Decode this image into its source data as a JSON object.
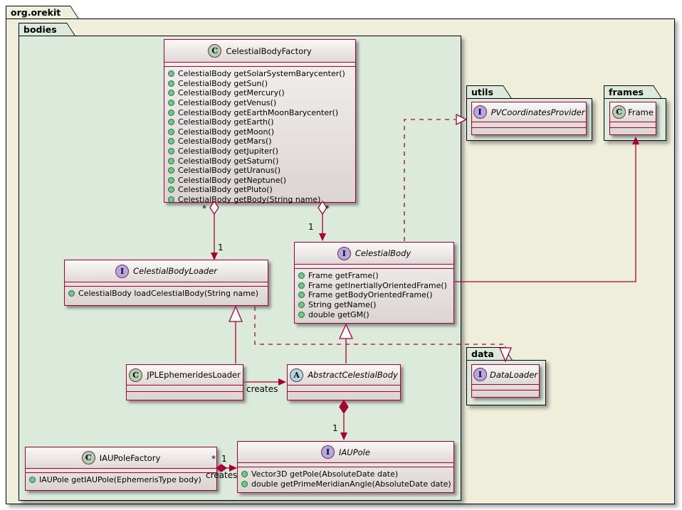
{
  "colors": {
    "accent": "#A80036",
    "package_outer_fill": "#EEEEDB",
    "package_inner_fill": "#DCEADC",
    "class_icon_fill": "#ADD1B2",
    "interface_icon_fill": "#B4A7E5",
    "abstract_icon_fill": "#A9DCDF",
    "method_dot_fill": "#84BE84",
    "method_dot_border": "#038048"
  },
  "stereotypes": {
    "class_letter": "C",
    "interface_letter": "I",
    "abstract_letter": "A"
  },
  "packages": {
    "root": {
      "name": "org.orekit"
    },
    "bodies": {
      "name": "bodies"
    },
    "utils": {
      "name": "utils"
    },
    "frames": {
      "name": "frames"
    },
    "data": {
      "name": "data"
    }
  },
  "classes": {
    "celestialBodyFactory": {
      "name": "CelestialBodyFactory",
      "methods": [
        "CelestialBody getSolarSystemBarycenter()",
        "CelestialBody getSun()",
        "CelestialBody getMercury()",
        "CelestialBody getVenus()",
        "CelestialBody getEarthMoonBarycenter()",
        "CelestialBody getEarth()",
        "CelestialBody getMoon()",
        "CelestialBody getMars()",
        "CelestialBody getJupiter()",
        "CelestialBody getSaturn()",
        "CelestialBody getUranus()",
        "CelestialBody getNeptune()",
        "CelestialBody getPluto()",
        "CelestialBody getBody(String name)"
      ]
    },
    "celestialBodyLoader": {
      "name": "CelestialBodyLoader",
      "methods": [
        "CelestialBody loadCelestialBody(String name)"
      ]
    },
    "celestialBody": {
      "name": "CelestialBody",
      "methods": [
        "Frame getFrame()",
        "Frame getInertiallyOrientedFrame()",
        "Frame getBodyOrientedFrame()",
        "String getName()",
        "double getGM()"
      ]
    },
    "jplEphemeridesLoader": {
      "name": "JPLEphemeridesLoader"
    },
    "abstractCelestialBody": {
      "name": "AbstractCelestialBody"
    },
    "iauPoleFactory": {
      "name": "IAUPoleFactory",
      "methods": [
        "IAUPole getIAUPole(EphemerisType body)"
      ]
    },
    "iauPole": {
      "name": "IAUPole",
      "methods": [
        "Vector3D getPole(AbsoluteDate date)",
        "double getPrimeMeridianAngle(AbsoluteDate date)"
      ]
    },
    "pvCoordinatesProvider": {
      "name": "PVCoordinatesProvider"
    },
    "frame": {
      "name": "Frame"
    },
    "dataLoader": {
      "name": "DataLoader"
    }
  },
  "edge_labels": {
    "factory_loader_star": "*",
    "factory_loader_one": "1",
    "factory_body_star": "*",
    "factory_body_one": "1",
    "jpl_creates": "creates",
    "abstract_iaupole_one": "1",
    "iaufactory_star": "*",
    "iaufactory_one": "1",
    "iaufactory_creates": "creates"
  }
}
